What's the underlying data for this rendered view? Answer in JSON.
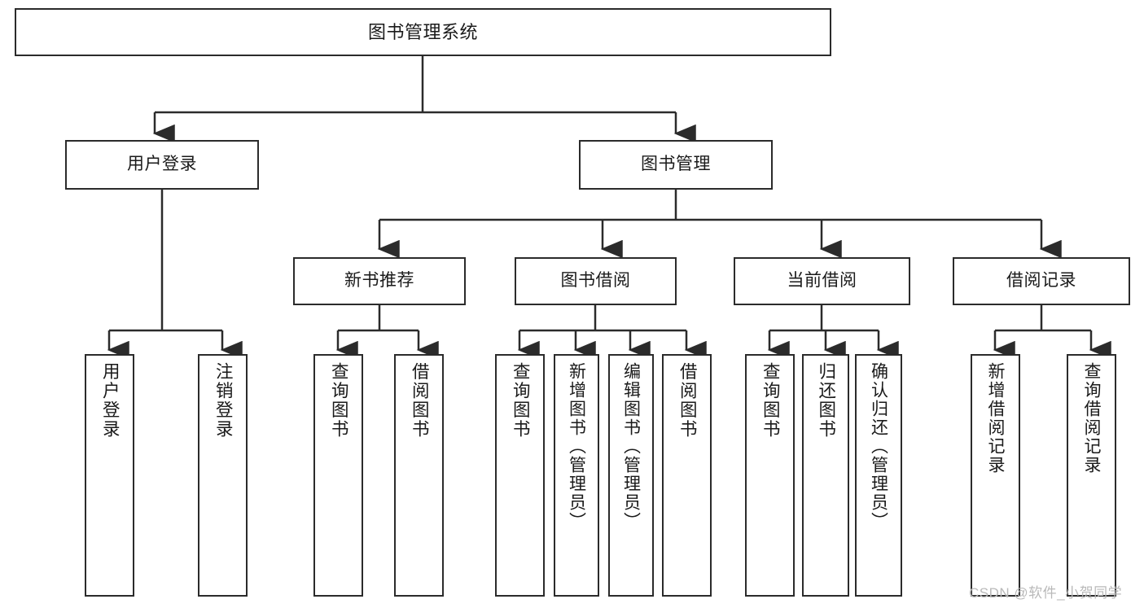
{
  "diagram": {
    "title": "图书管理系统",
    "type": "tree-hierarchy-diagram",
    "watermark": "CSDN @软件_小贺同学",
    "colors": {
      "background": "#ffffff",
      "box_border": "#2b2b2b",
      "box_fill": "#ffffff",
      "edge": "#2b2b2b",
      "text": "#1a1a1a",
      "watermark": "#b9b9b9"
    },
    "levels": {
      "level1": [
        "图书管理系统"
      ],
      "level2": [
        "用户登录",
        "图书管理"
      ],
      "level3": [
        "新书推荐",
        "图书借阅",
        "当前借阅",
        "借阅记录"
      ]
    },
    "nodes": {
      "root": {
        "label": "图书管理系统"
      },
      "user_login": {
        "label": "用户登录"
      },
      "book_manage": {
        "label": "图书管理"
      },
      "new_book_rec": {
        "label": "新书推荐"
      },
      "book_borrow": {
        "label": "图书借阅"
      },
      "current_borrow": {
        "label": "当前借阅"
      },
      "borrow_record": {
        "label": "借阅记录"
      },
      "leaf_user_login": {
        "label": "用户登录"
      },
      "leaf_logout": {
        "label": "注销登录"
      },
      "leaf_query_book_1": {
        "label": "查询图书"
      },
      "leaf_borrow_book_1": {
        "label": "借阅图书"
      },
      "leaf_query_book_2": {
        "label": "查询图书"
      },
      "leaf_add_book": {
        "label": "新增图书（管理员）"
      },
      "leaf_edit_book": {
        "label": "编辑图书（管理员）"
      },
      "leaf_borrow_book_2": {
        "label": "借阅图书"
      },
      "leaf_query_book_3": {
        "label": "查询图书"
      },
      "leaf_return_book": {
        "label": "归还图书"
      },
      "leaf_confirm_return": {
        "label": "确认归还（管理员）"
      },
      "leaf_add_record": {
        "label": "新增借阅记录"
      },
      "leaf_query_record": {
        "label": "查询借阅记录"
      }
    }
  }
}
